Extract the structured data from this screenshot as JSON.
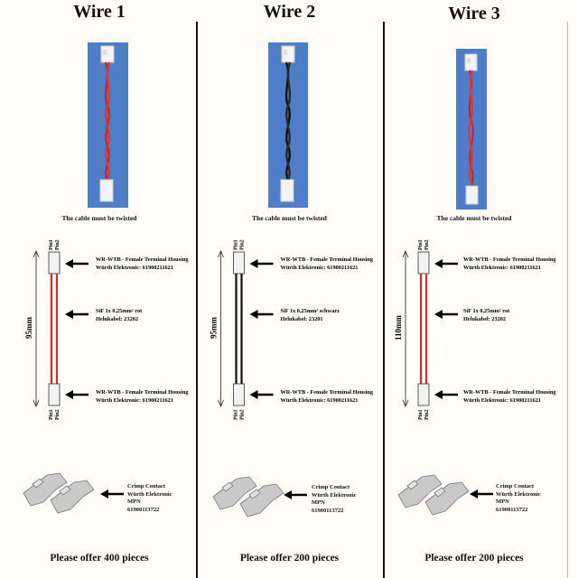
{
  "wires": [
    {
      "title": "Wire 1",
      "twist_note": "The cable must be twisted",
      "pin_top_1": "Pin1",
      "pin_top_2": "Pin2",
      "pin_bottom_1": "Pin1",
      "pin_bottom_2": "Pin2",
      "length_label": "95mm",
      "housing_top_line1": "WR-WTB - Female Terminal Housing",
      "housing_top_line2": "Würth Elektronic: 61900211621",
      "cable_line1": "SiF 1x 0,25mm² rot",
      "cable_line2": "Helukabel: 23202",
      "housing_bottom_line1": "WR-WTB - Female Terminal Housing",
      "housing_bottom_line2": "Würth Elektronic: 61900211621",
      "crimp_line1": "Crimp Contact",
      "crimp_line2": "Würth Elektronic",
      "crimp_line3": "MPN",
      "crimp_line4": "61900113722",
      "offer": "Please offer 400 pieces",
      "wire_color": "#d42b2b"
    },
    {
      "title": "Wire 2",
      "twist_note": "The cable must be twisted",
      "pin_top_1": "Pin1",
      "pin_top_2": "Pin2",
      "pin_bottom_1": "Pin1",
      "pin_bottom_2": "Pin2",
      "length_label": "95mm",
      "housing_top_line1": "WR-WTB - Female Terminal Housing",
      "housing_top_line2": "Würth Elektronic: 61900211621",
      "cable_line1": "SiF 1x 0,25mm² schwarz",
      "cable_line2": "Helukabel: 23201",
      "housing_bottom_line1": "WR-WTB - Female Terminal Housing",
      "housing_bottom_line2": "Würth Elektronic: 61900211621",
      "crimp_line1": "Crimp Contact",
      "crimp_line2": "Würth Elektronic",
      "crimp_line3": "MPN",
      "crimp_line4": "61900113722",
      "offer": "Please offer 200 pieces",
      "wire_color": "#111111"
    },
    {
      "title": "Wire 3",
      "twist_note": "The cable must be twisted",
      "pin_top_1": "Pin1",
      "pin_top_2": "Pin2",
      "pin_bottom_1": "Pin1",
      "pin_bottom_2": "Pin2",
      "length_label": "110mm",
      "housing_top_line1": "WR-WTB - Female Terminal Housing",
      "housing_top_line2": "Würth Elektronic: 61900211621",
      "cable_line1": "SiF 1x 0,25mm² rot",
      "cable_line2": "Helukabel: 23202",
      "housing_bottom_line1": "WR-WTB - Female Terminal Housing",
      "housing_bottom_line2": "Würth Elektronic: 61900211621",
      "crimp_line1": "Crimp Contact",
      "crimp_line2": "Würth Elektronic",
      "crimp_line3": "MPN",
      "crimp_line4": "61900113722",
      "offer": "Please offer 200 pieces",
      "wire_color": "#d42b2b"
    }
  ],
  "colors": {
    "photo_background": "#4f7ec8",
    "connector": "#f2f2f2"
  }
}
